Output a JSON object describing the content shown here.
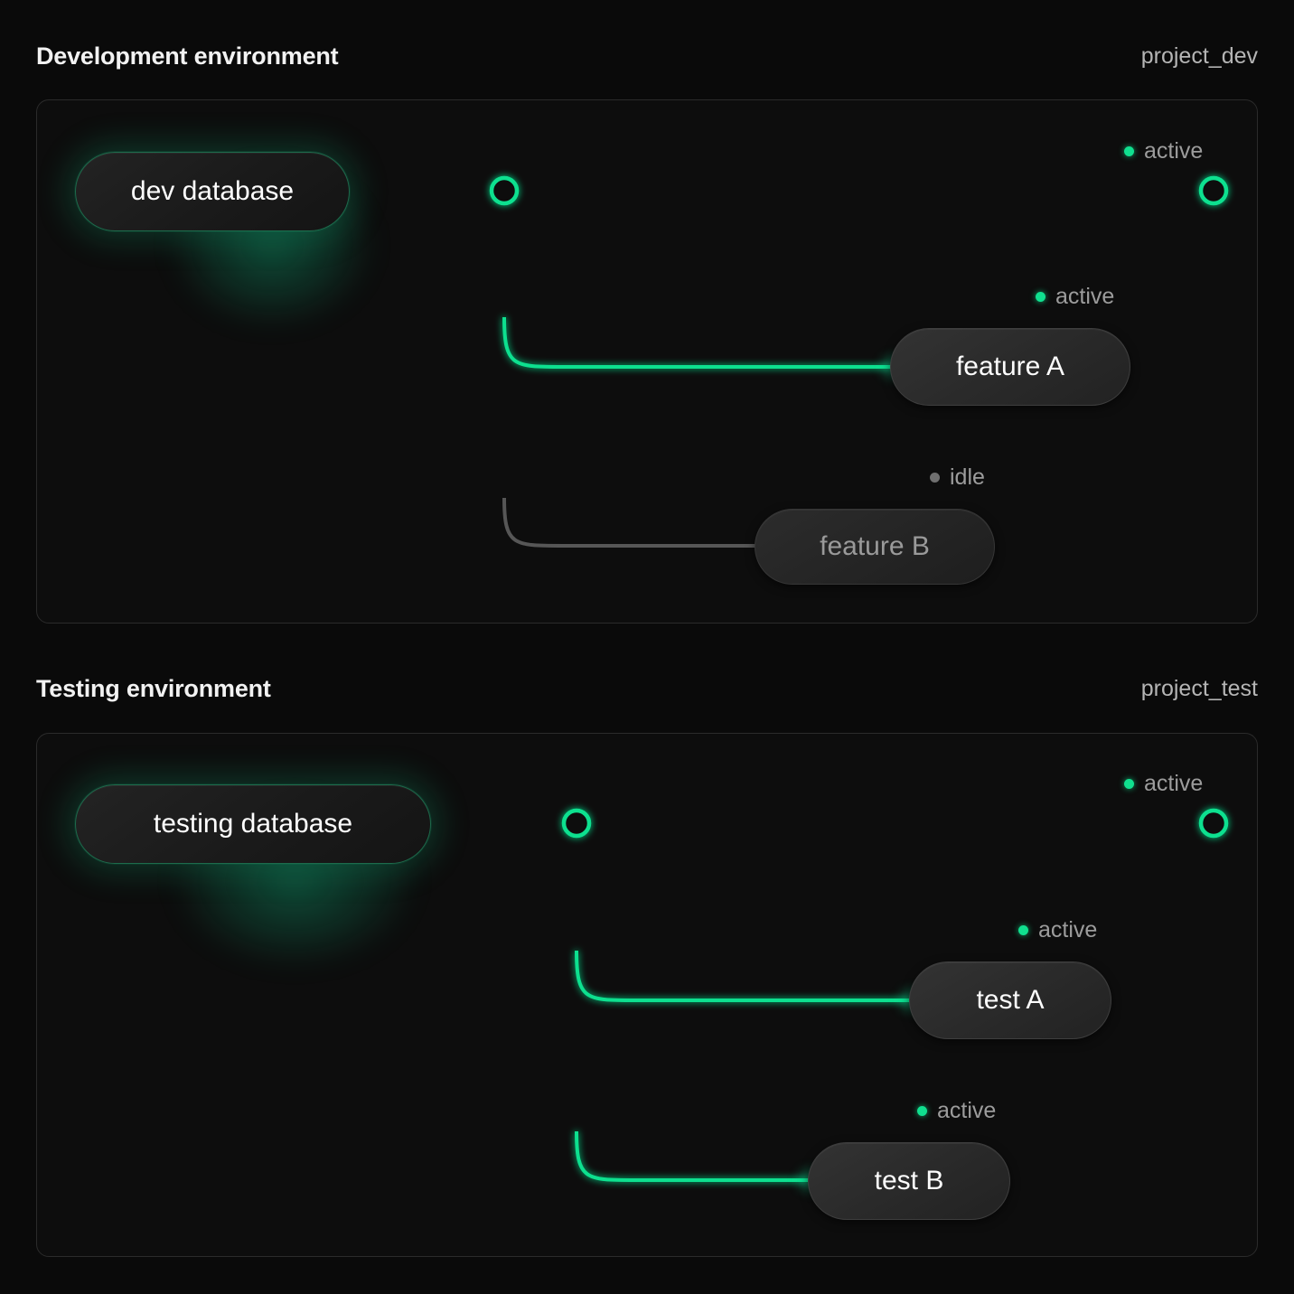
{
  "theme": {
    "background": "#0a0a0a",
    "panel_bg": "#0d0d0d",
    "panel_border": "#2b2b2b",
    "accent_active": "#10e08f",
    "accent_idle": "#6f6f6f",
    "text_primary": "#f2f2f2",
    "text_muted": "#9c9c9c"
  },
  "sections": [
    {
      "id": "development",
      "title": "Development environment",
      "project": "project_dev",
      "source": {
        "label": "dev database",
        "status": "active"
      },
      "trunk_status": {
        "label": "active",
        "state": "active"
      },
      "children": [
        {
          "label": "feature A",
          "status": "active",
          "state": "active"
        },
        {
          "label": "feature B",
          "status": "idle",
          "state": "idle"
        }
      ]
    },
    {
      "id": "testing",
      "title": "Testing environment",
      "project": "project_test",
      "source": {
        "label": "testing database",
        "status": "active"
      },
      "trunk_status": {
        "label": "active",
        "state": "active"
      },
      "children": [
        {
          "label": "test A",
          "status": "active",
          "state": "active"
        },
        {
          "label": "test B",
          "status": "active",
          "state": "active"
        }
      ]
    }
  ]
}
